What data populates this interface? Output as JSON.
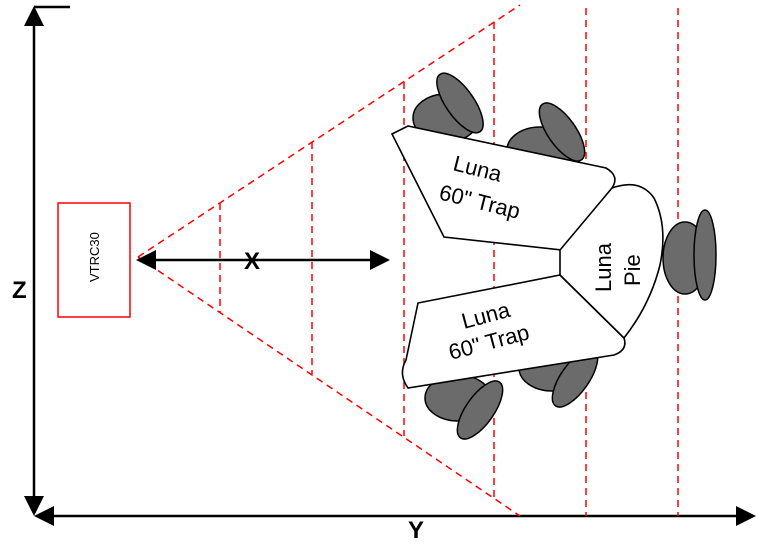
{
  "diagram": {
    "camera_label": "VTRC30",
    "distance_label": "X",
    "horizontal_axis_label": "Y",
    "vertical_axis_label": "Z",
    "table_top": {
      "line1": "Luna",
      "line2": "60\" Trap"
    },
    "table_bottom": {
      "line1": "Luna",
      "line2": "60\" Trap"
    },
    "table_pie": {
      "line1": "Luna",
      "line2": "Pie"
    },
    "colors": {
      "accent_red": "#ff0000",
      "line_black": "#000000",
      "chair_gray": "#6b6b6b",
      "outline": "#000000"
    }
  }
}
